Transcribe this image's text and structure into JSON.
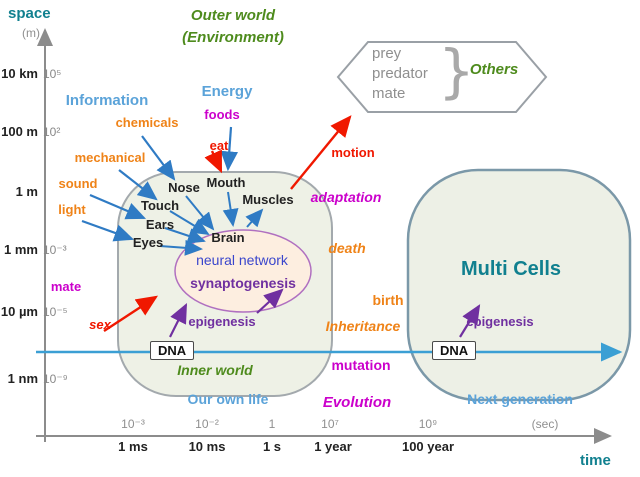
{
  "palette": {
    "orange": "#ef8318",
    "magenta": "#cb00cb",
    "red": "#f01800",
    "light_blue": "#5ba3d9",
    "green": "#4e8b1d",
    "purple": "#7030a0",
    "teal": "#11808f",
    "gray": "#8f8f8f",
    "arrow_blue": "#2f7bc4",
    "cell_fill": "#eef1e6",
    "brain_fill": "#fdeee0",
    "life_line": "#3b9fd4"
  },
  "title": {
    "line1": "Outer world",
    "line2": "(Environment)"
  },
  "axes": {
    "space": {
      "label": "space",
      "unit": "(m)",
      "ticks": [
        {
          "name": "10 km",
          "exp": "10⁵"
        },
        {
          "name": "100 m",
          "exp": "10²"
        },
        {
          "name": "1 m",
          "exp": ""
        },
        {
          "name": "1 mm",
          "exp": "10⁻³"
        },
        {
          "name": "10 µm",
          "exp": "10⁻⁵"
        },
        {
          "name": "1 nm",
          "exp": "10⁻⁹"
        }
      ]
    },
    "time": {
      "label": "time",
      "unit": "(sec)",
      "ticks": [
        {
          "exp": "10⁻³",
          "unit": "1 ms"
        },
        {
          "exp": "10⁻²",
          "unit": "10 ms"
        },
        {
          "exp": "1",
          "unit": "1 s"
        },
        {
          "exp": "10⁷",
          "unit": "1 year"
        },
        {
          "exp": "10⁹",
          "unit": "100 year"
        }
      ]
    }
  },
  "headers": {
    "information": "Information",
    "energy": "Energy"
  },
  "stimuli": {
    "chemicals": "chemicals",
    "mechanical": "mechanical",
    "sound": "sound",
    "light": "light",
    "foods": "foods",
    "eat": "eat",
    "mate": "mate",
    "sex": "sex",
    "motion": "motion"
  },
  "organs": {
    "nose": "Nose",
    "mouth": "Mouth",
    "touch": "Touch",
    "ears": "Ears",
    "eyes": "Eyes",
    "muscles": "Muscles",
    "brain": "Brain"
  },
  "brain_bubble": {
    "neural_network": "neural network",
    "synaptogenesis": "synaptogenesis"
  },
  "single_cell": {
    "dna": "DNA",
    "epigenesis": "epigenesis",
    "inner_world": "Inner world",
    "caption": "Our own life"
  },
  "multi_cell": {
    "title": "Multi Cells",
    "dna": "DNA",
    "epigenesis": "epigenesis",
    "caption": "Next generation"
  },
  "others_box": {
    "items": [
      "prey",
      "predator",
      "mate"
    ],
    "bracket": "}",
    "label": "Others"
  },
  "lifecycle": {
    "adaptation": "adaptation",
    "death": "death",
    "birth": "birth",
    "inheritance": "Inheritance",
    "mutation": "mutation",
    "evolution": "Evolution"
  }
}
